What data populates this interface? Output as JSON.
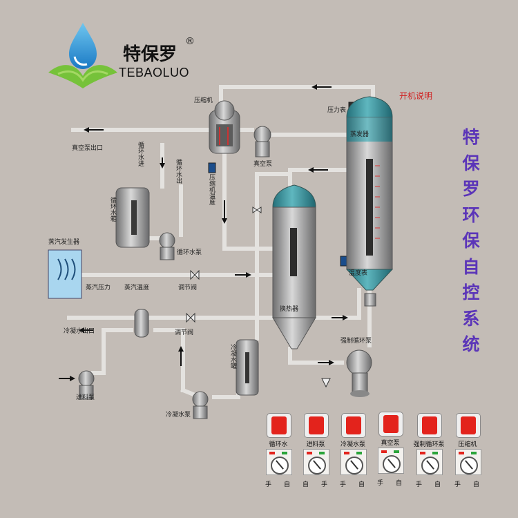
{
  "brand": {
    "name_cn": "特保罗",
    "reg_mark": "®",
    "name_en": "TEBAOLUO"
  },
  "header": {
    "startup_link": "开机说明"
  },
  "side_title": [
    "特",
    "保",
    "罗",
    "环",
    "保",
    "自",
    "控",
    "系",
    "统"
  ],
  "labels": {
    "vacuum_outlet": "真空泵出口",
    "circ_water_in": "循环水进",
    "circ_water_out": "循环水出",
    "circ_tank": "循环水箱",
    "circ_pump": "循环水泵",
    "steam_generator": "蒸汽发生器",
    "steam_pressure": "蒸汽压力",
    "steam_temp": "蒸汽温度",
    "regulating_valve_1": "调节阀",
    "regulating_valve_2": "调节阀",
    "cooling_outlet": "冷凝水出口",
    "feed_pump": "进料泵",
    "condensate_pump": "冷凝水泵",
    "condensate_tank": "冷凝水罐",
    "heat_exchanger": "换热器",
    "forced_circ_pump": "强制循环泵",
    "separator": "蒸发器",
    "temp_gauge": "温度表",
    "pressure_gauge": "压力表",
    "compressor": "压缩机",
    "vacuum_pump": "真空泵",
    "comp_temp": "压缩机温度"
  },
  "controls": [
    {
      "name": "循环水",
      "manual": "手",
      "auto": "自"
    },
    {
      "name": "进料泵",
      "manual": "自",
      "auto": "手"
    },
    {
      "name": "冷凝水泵",
      "manual": "手",
      "auto": "自"
    },
    {
      "name": "真空泵",
      "manual": "手",
      "auto": "自"
    },
    {
      "name": "强制循环泵",
      "manual": "手",
      "auto": "自"
    },
    {
      "name": "压缩机",
      "manual": "手",
      "auto": "自"
    }
  ],
  "colors": {
    "background": "#c3bcb6",
    "pipe": "#e4e2df",
    "vessel_top": "#3a9aa3",
    "title": "#5b35b8",
    "alarm": "#e3231c",
    "ok": "#2aa43a"
  }
}
